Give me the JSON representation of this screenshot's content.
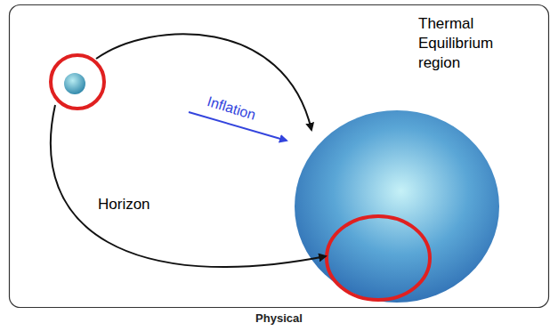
{
  "diagram": {
    "caption": "Physical",
    "nodes": [
      {
        "text": [
          "Thermal Equilibrium region"
        ]
      }
    ],
    "labels": [
      "Inflation",
      "Horizon"
    ]
  }
}
